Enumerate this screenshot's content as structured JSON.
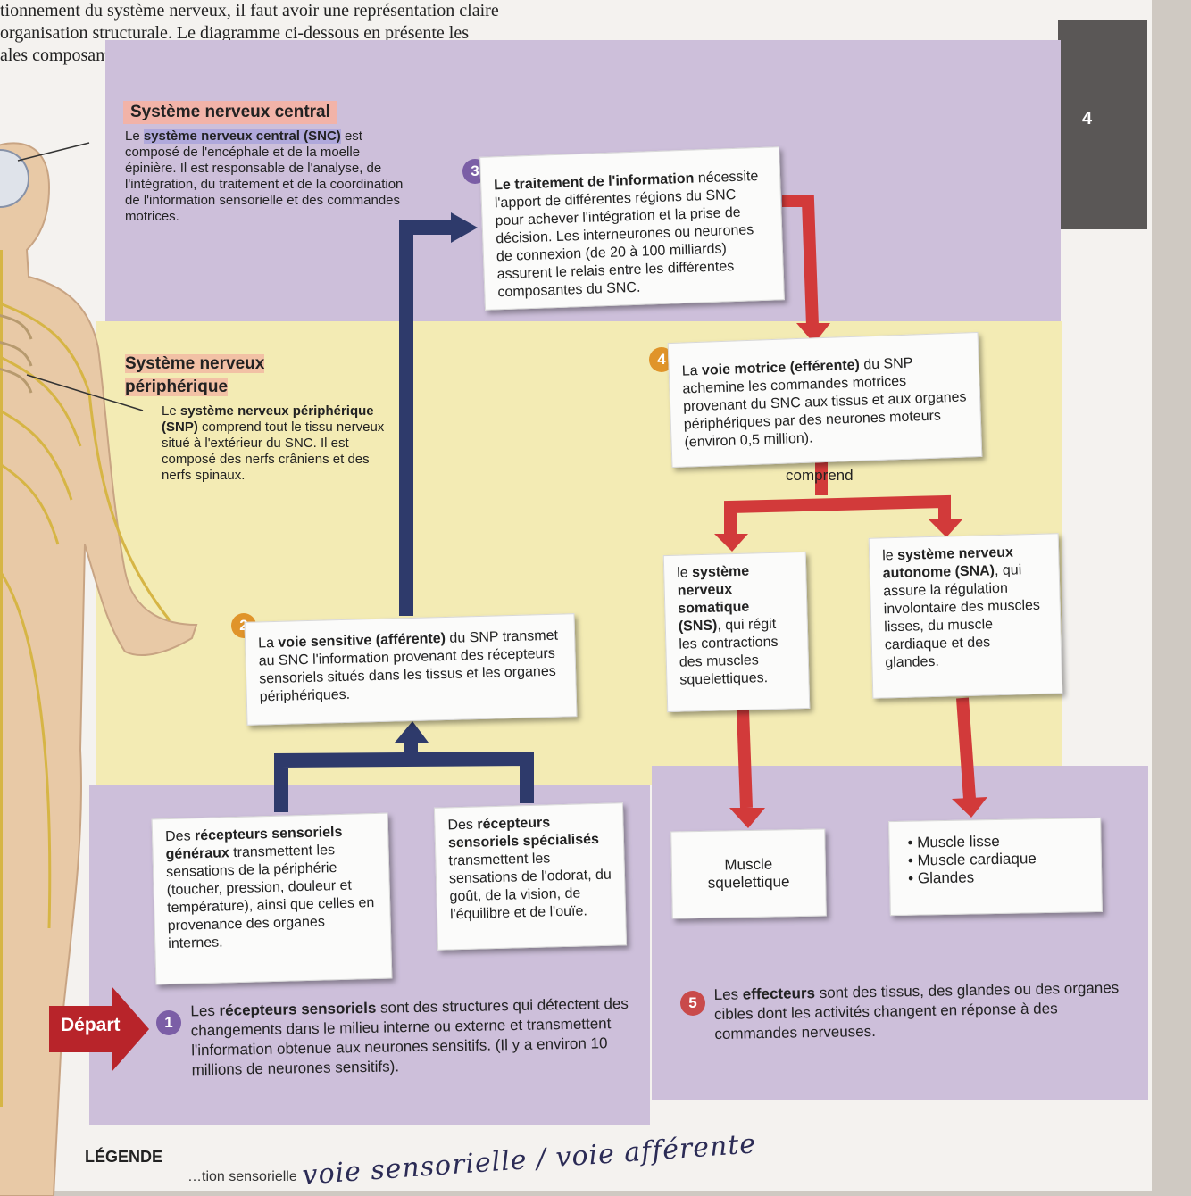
{
  "intro": {
    "line1": "tionnement du système nerveux, il faut avoir une représentation claire",
    "line2": "organisation structurale. Le diagramme ci-dessous en présente les",
    "line3": "ales composantes et fonctions."
  },
  "tab": {
    "number": "4"
  },
  "cns": {
    "title": "Système nerveux central",
    "desc_pre": "Le ",
    "desc_bold": "système nerveux central (SNC)",
    "desc_post": " est composé de l'encéphale et de la moelle épinière. Il est responsable de l'analyse, de l'intégration, du traitement et de la coordination de l'information sensorielle et des commandes motrices."
  },
  "pns": {
    "title_line1": "Système nerveux",
    "title_line2": "périphérique",
    "desc_pre": "Le ",
    "desc_bold": "système nerveux périphérique (SNP)",
    "desc_post": " comprend tout le tissu nerveux situé à l'extérieur du SNC. Il est composé des nerfs crâniens et des nerfs spinaux."
  },
  "steps": {
    "s3": {
      "number": "3",
      "bold": "Le traitement de l'information",
      "text": " nécessite l'apport de différentes régions du SNC pour achever l'intégration et la prise de décision. Les interneurones ou neurones de connexion (de 20 à 100 milliards) assurent le relais entre les différentes composantes du SNC."
    },
    "s4": {
      "number": "4",
      "pre": "La ",
      "bold": "voie motrice (efférente)",
      "text": " du SNP achemine les commandes motrices provenant du SNC aux tissus et aux organes périphériques par des neurones moteurs (environ 0,5 million)."
    },
    "s2": {
      "number": "2",
      "pre": "La ",
      "bold": "voie sensitive (afférente)",
      "text": " du SNP transmet au SNC l'information provenant des récepteurs sensoriels situés dans les tissus et les organes périphériques."
    },
    "comprend": "comprend",
    "sns": {
      "pre": "le ",
      "bold": "système nerveux somatique (SNS)",
      "text": ", qui régit les contractions des muscles squelettiques."
    },
    "sna": {
      "pre": "le ",
      "bold": "système nerveux autonome (SNA)",
      "text": ", qui assure la régulation involontaire des muscles lisses, du muscle cardiaque et des glandes."
    },
    "general": {
      "pre": "Des ",
      "bold": "récepteurs sensoriels généraux",
      "text": " transmettent les sensations de la périphérie (toucher, pression, douleur et température), ainsi que celles en provenance des organes internes."
    },
    "special": {
      "pre": "Des ",
      "bold": "récepteurs sensoriels spécialisés",
      "text": " transmettent les sensations de l'odorat, du goût, de la vision, de l'équilibre et de l'ouïe."
    },
    "muscle": "Muscle squelettique",
    "effectors_list": [
      "Muscle lisse",
      "Muscle cardiaque",
      "Glandes"
    ]
  },
  "footer": {
    "depart": "Départ",
    "s1_number": "1",
    "s1_pre": "Les ",
    "s1_bold": "récepteurs sensoriels",
    "s1_text": " sont des structures qui détectent des changements dans le milieu interne ou externe et transmettent l'information obtenue aux neurones sensitifs. (Il y a environ 10 millions de neurones sensitifs).",
    "s5_number": "5",
    "s5_pre": "Les ",
    "s5_bold": "effecteurs",
    "s5_text": " sont des tissus, des glandes ou des organes cibles dont les activités changent en réponse à des commandes nerveuses."
  },
  "legend": {
    "title": "LÉGENDE",
    "row": "…tion sensorielle",
    "handwritten": "voie sensorielle / voie afférente"
  },
  "colors": {
    "cns_band": "#cdbfda",
    "pns_band": "#f3ebb4",
    "afferent_arrow": "#2e3a6b",
    "efferent_arrow": "#d23a3a"
  }
}
